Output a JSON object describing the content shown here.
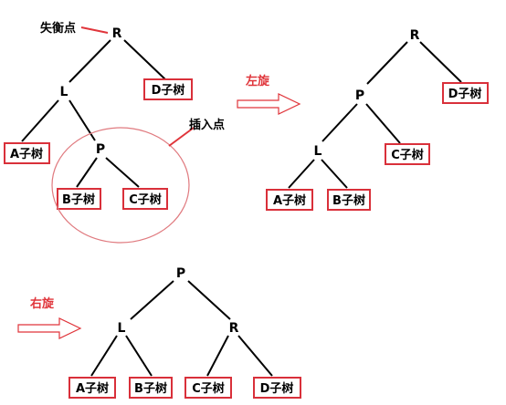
{
  "colors": {
    "line": "#000000",
    "accent": "#e0353b",
    "box_border": "#d9303a",
    "annotation": "#000000"
  },
  "annotations": {
    "unbalanced_node": "失衡点",
    "insertion_point": "插入点",
    "left_rotation": "左旋",
    "right_rotation": "右旋"
  },
  "trees": {
    "original": {
      "nodes": {
        "r": "R",
        "l": "L",
        "p": "P"
      },
      "subtrees": {
        "a": "A子树",
        "b": "B子树",
        "c": "C子树",
        "d": "D子树"
      }
    },
    "after_left_rotation": {
      "nodes": {
        "r": "R",
        "p": "P",
        "l": "L"
      },
      "subtrees": {
        "a": "A子树",
        "b": "B子树",
        "c": "C子树",
        "d": "D子树"
      }
    },
    "after_right_rotation": {
      "nodes": {
        "p": "P",
        "l": "L",
        "r": "R"
      },
      "subtrees": {
        "a": "A子树",
        "b": "B子树",
        "c": "C子树",
        "d": "D子树"
      }
    }
  }
}
